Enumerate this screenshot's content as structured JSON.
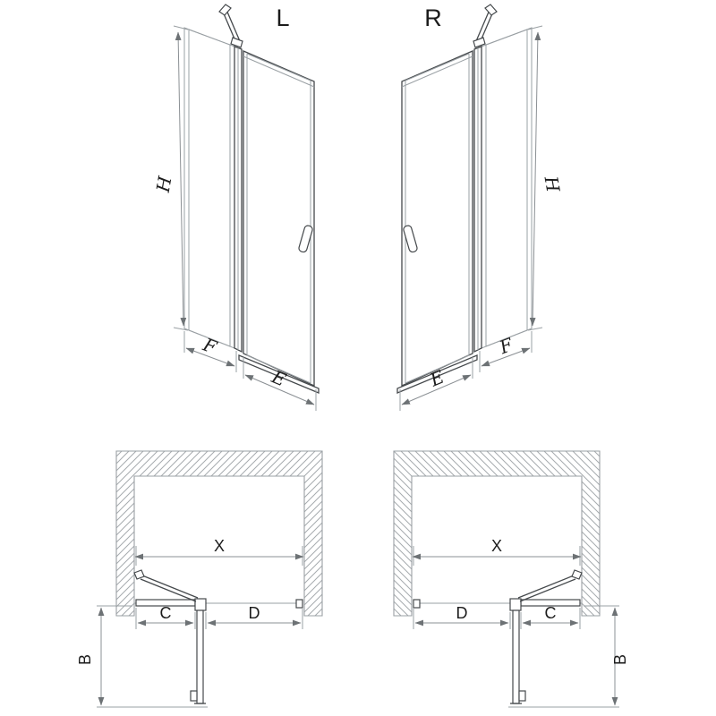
{
  "diagram": {
    "left": {
      "variant": "L",
      "height_label": "H",
      "fixed_width_label": "F",
      "door_width_label": "E",
      "opening_label": "X",
      "fixed_plan_label": "C",
      "door_plan_label": "D",
      "depth_label": "B"
    },
    "right": {
      "variant": "R",
      "height_label": "H",
      "fixed_width_label": "F",
      "door_width_label": "E",
      "opening_label": "X",
      "fixed_plan_label": "C",
      "door_plan_label": "D",
      "depth_label": "B"
    }
  },
  "colors": {
    "line": "#9aa0a4",
    "dark_line": "#45494c",
    "text": "#1c1c1c",
    "background": "#ffffff"
  }
}
